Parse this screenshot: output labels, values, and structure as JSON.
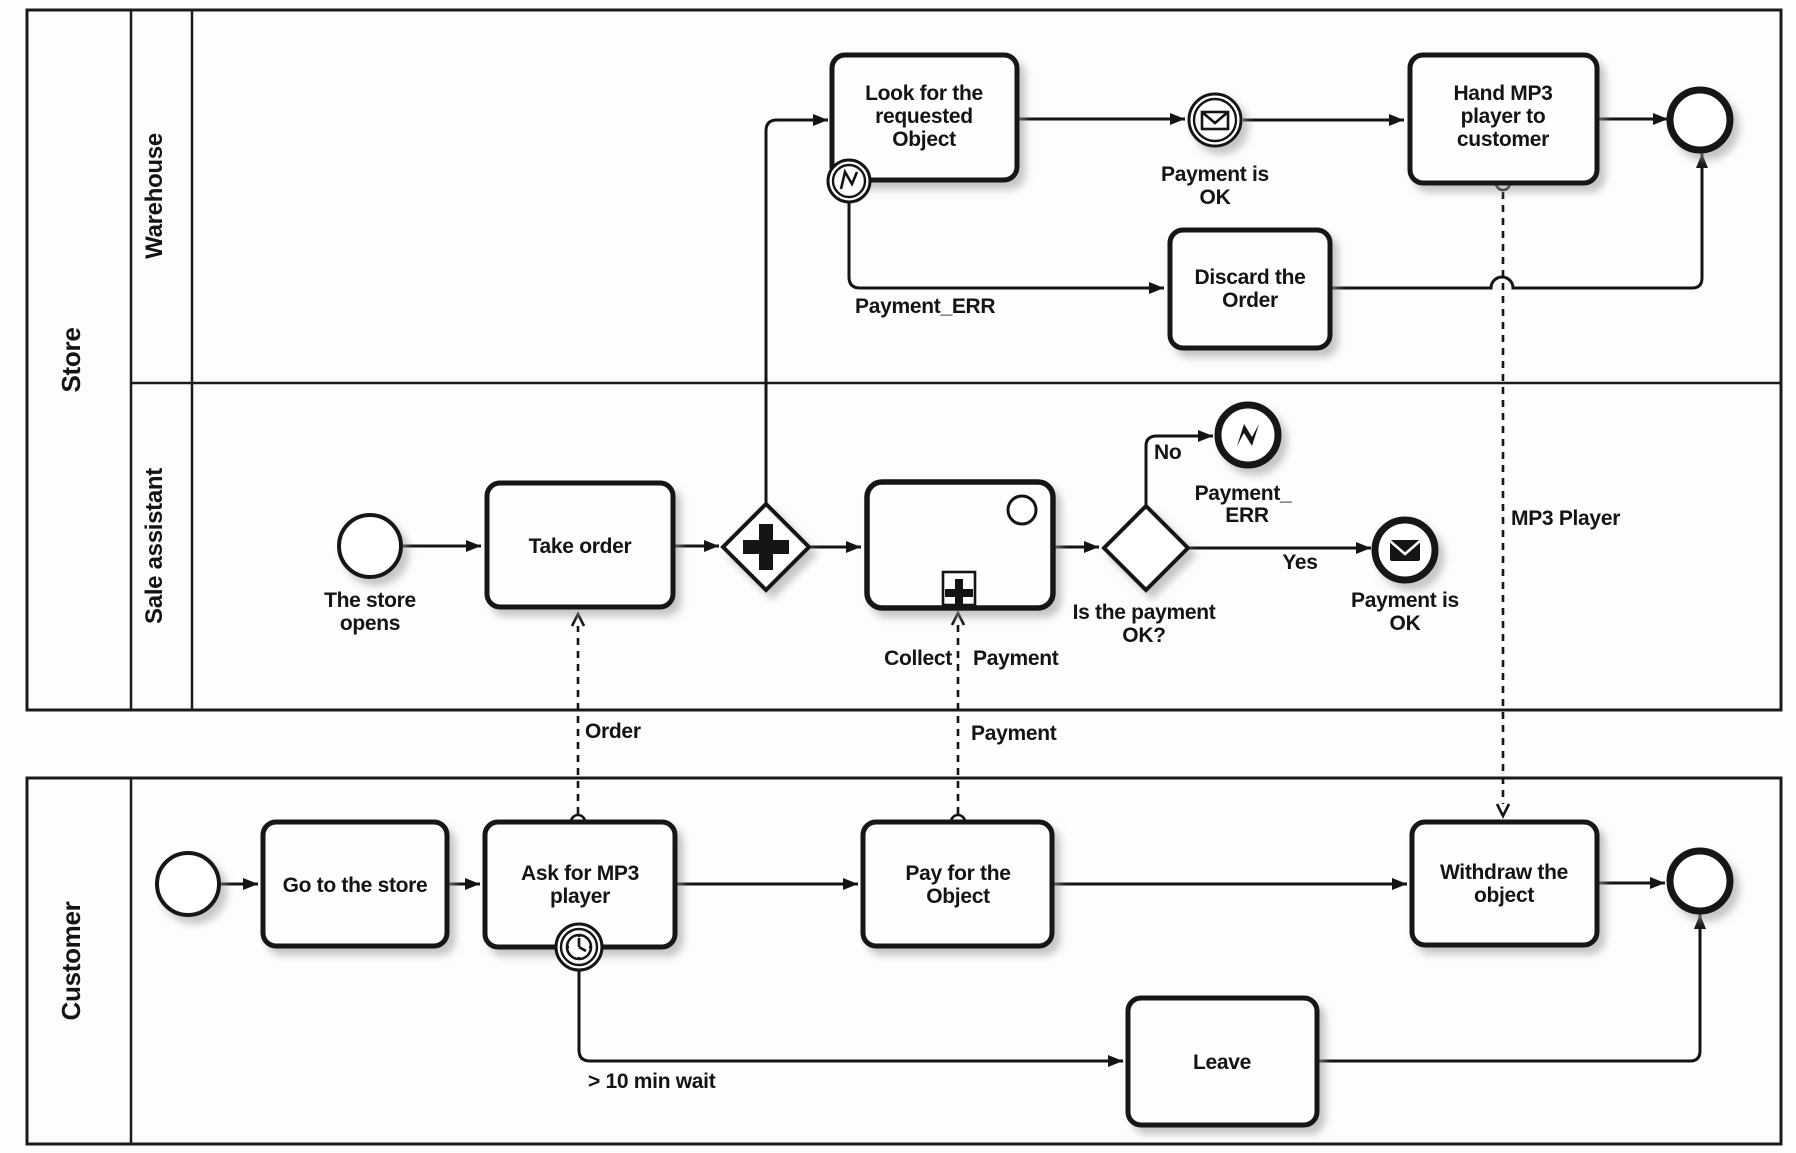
{
  "pools": {
    "store": {
      "label": "Store",
      "lanes": {
        "warehouse": {
          "label": "Warehouse"
        },
        "sale_assistant": {
          "label": "Sale assistant"
        }
      }
    },
    "customer": {
      "label": "Customer"
    }
  },
  "warehouse": {
    "look_task": {
      "lines": [
        "Look for the",
        "requested",
        "Object"
      ]
    },
    "payment_ok_event": {
      "lines": [
        "Payment is",
        "OK"
      ]
    },
    "hand_task": {
      "lines": [
        "Hand MP3",
        "player to",
        "customer"
      ]
    },
    "discard_task": {
      "lines": [
        "Discard the",
        "Order"
      ]
    },
    "payment_err_flow_label": "Payment_ERR"
  },
  "sale_assistant": {
    "start_event": {
      "lines": [
        "The store",
        "opens"
      ]
    },
    "take_order_task": "Take order",
    "collect_task": {
      "word1": "Collect",
      "word2": "Payment"
    },
    "gateway_question": {
      "lines": [
        "Is the payment",
        "OK?"
      ]
    },
    "no_label": "No",
    "yes_label": "Yes",
    "payment_err_event": {
      "lines": [
        "Payment_",
        "ERR"
      ]
    },
    "payment_ok_event": {
      "lines": [
        "Payment is",
        "OK"
      ]
    }
  },
  "message_flows": {
    "order": "Order",
    "payment": "Payment",
    "mp3_player": "MP3 Player"
  },
  "customer": {
    "go_task": "Go to the store",
    "ask_task": {
      "lines": [
        "Ask for MP3",
        "player"
      ]
    },
    "pay_task": {
      "lines": [
        "Pay for the",
        "Object"
      ]
    },
    "withdraw_task": {
      "lines": [
        "Withdraw the",
        "object"
      ]
    },
    "leave_task": "Leave",
    "timer_flow_label": "> 10 min wait"
  },
  "icons": {
    "error_boundary": "error-zigzag",
    "error_end": "error-bolt-filled",
    "message_catch": "envelope-outline",
    "message_end": "envelope-filled",
    "timer": "clock",
    "parallel_gateway": "plus",
    "exclusive_gateway": "blank-diamond",
    "collapsed_subprocess": "plus-square"
  },
  "colors": {
    "ink": "#141414",
    "background": "#ffffff",
    "shadow": "#999999"
  }
}
